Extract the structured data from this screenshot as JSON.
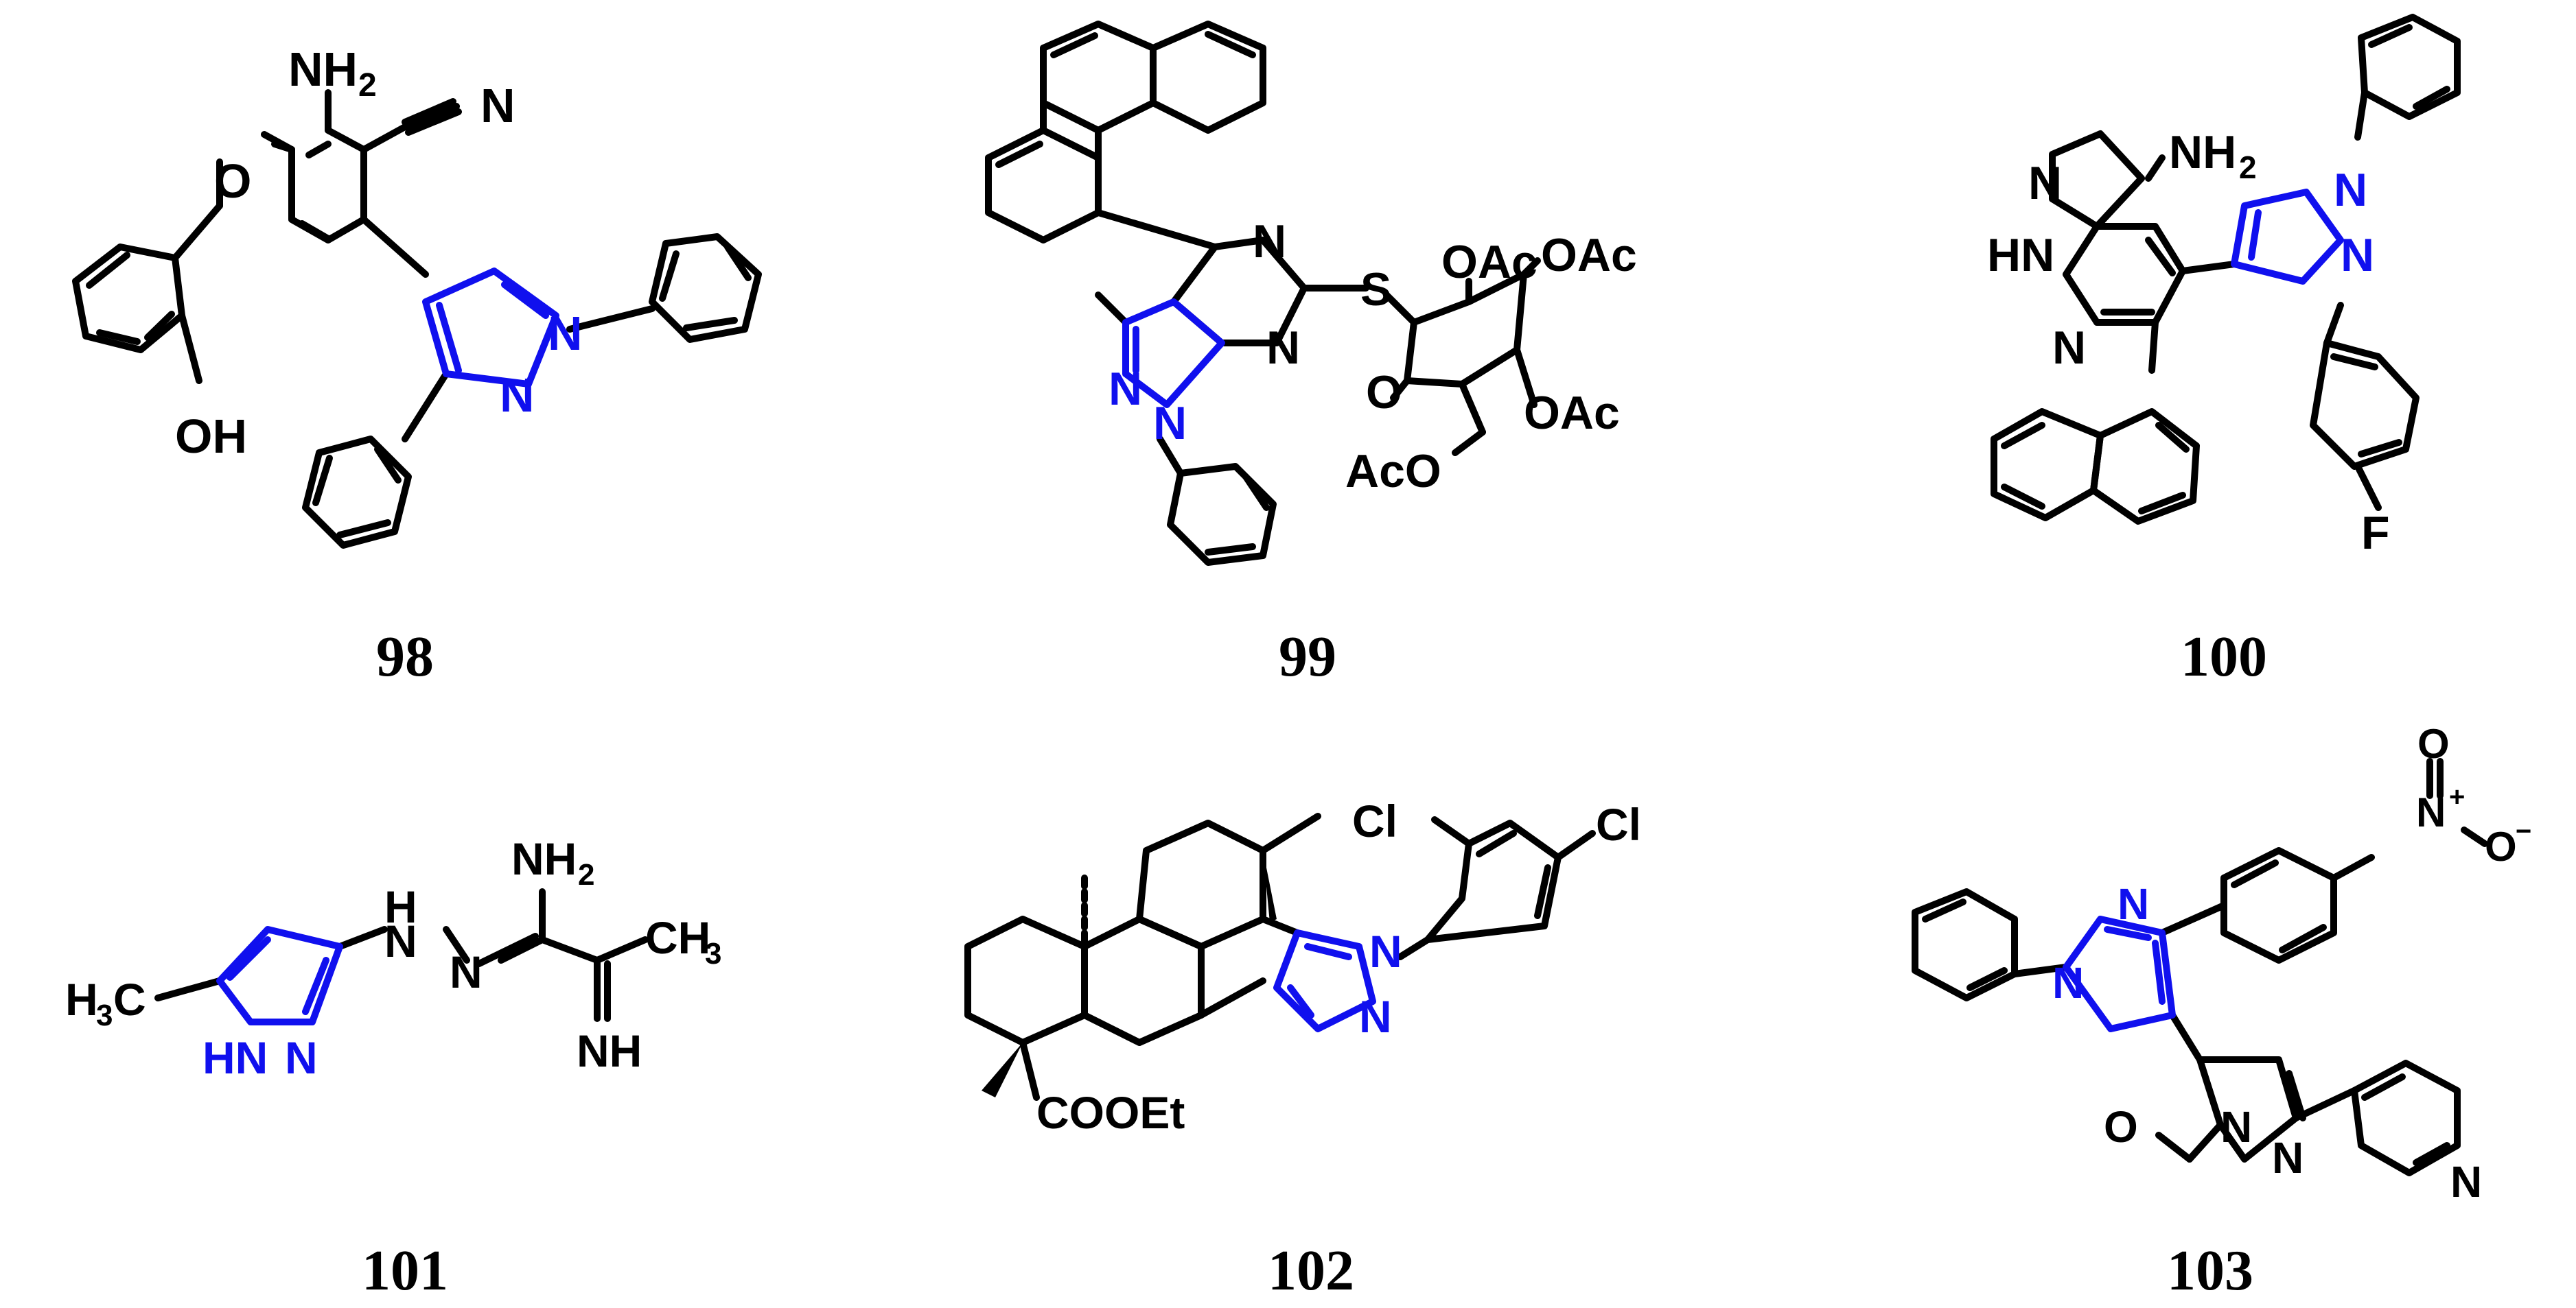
{
  "colors": {
    "bond": "#000000",
    "pyrazole": "#1010ee",
    "background": "#ffffff"
  },
  "compounds": [
    {
      "id": "98",
      "label": "98",
      "atoms": {
        "nh2": "NH",
        "nh2_sub": "2",
        "n_nitrile": "N",
        "o_ring": "O",
        "oh": "OH",
        "n1": "N",
        "n2": "N"
      }
    },
    {
      "id": "99",
      "label": "99",
      "atoms": {
        "n_a": "N",
        "n_b": "N",
        "s": "S",
        "oac1": "OAc",
        "oac2": "OAc",
        "oac3": "OAc",
        "aco": "AcO",
        "o_ring": "O",
        "n1": "N",
        "n2": "N"
      }
    },
    {
      "id": "100",
      "label": "100",
      "atoms": {
        "nh2": "NH",
        "nh2_sub": "2",
        "hn": "HN",
        "n_a": "N",
        "n_pyr": "N",
        "n1": "N",
        "n2": "N",
        "f": "F"
      }
    },
    {
      "id": "101",
      "label": "101",
      "atoms": {
        "h3c": "H",
        "h3c_sub": "3",
        "h3c_c": "C",
        "hn": "HN",
        "n": "N",
        "h_n": "H",
        "n_h": "N",
        "nh2": "NH",
        "nh2_sub": "2",
        "n_eq": "N",
        "ch3": "CH",
        "ch3_sub": "3",
        "nh": "NH"
      }
    },
    {
      "id": "102",
      "label": "102",
      "atoms": {
        "cl1": "Cl",
        "cl2": "Cl",
        "cooet": "COOEt",
        "n1": "N",
        "n2": "N"
      }
    },
    {
      "id": "103",
      "label": "103",
      "atoms": {
        "o_top": "O",
        "n_plus": "N",
        "plus": "+",
        "o_minus": "O",
        "minus": "−",
        "n1": "N",
        "n2": "N",
        "o_formyl": "O",
        "n3": "N",
        "n4": "N",
        "n_py": "N"
      }
    }
  ]
}
